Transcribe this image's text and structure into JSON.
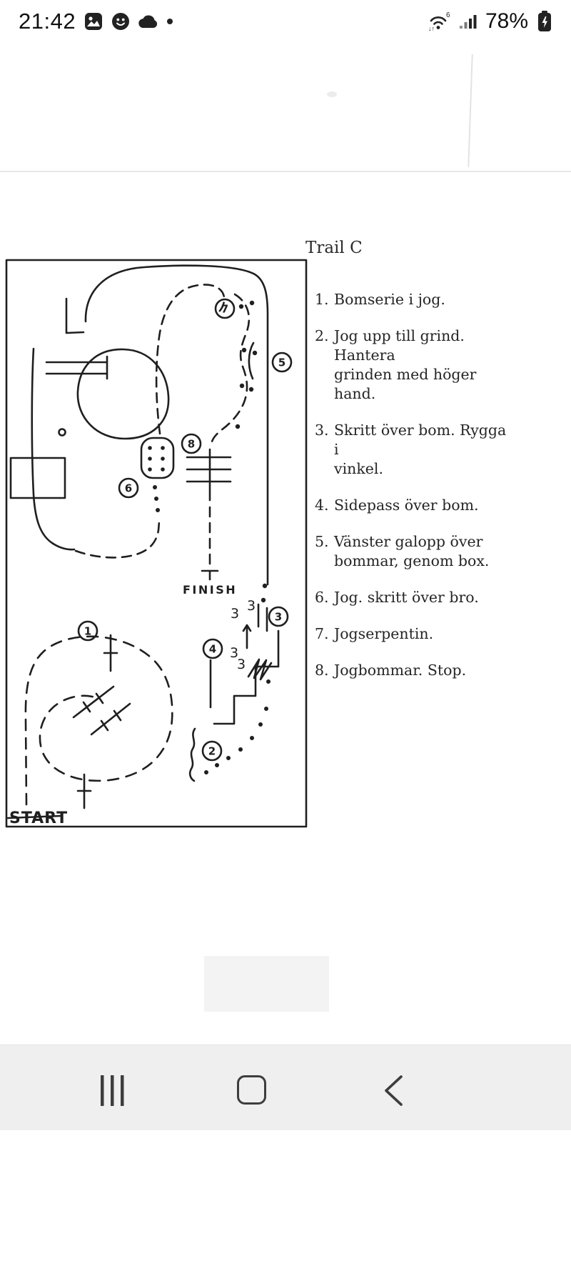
{
  "status_bar": {
    "time": "21:42",
    "battery_percent": "78%",
    "icons": [
      "gallery-icon",
      "face-icon",
      "cloud-icon",
      "notification-dot",
      "wifi-6-icon",
      "signal-bars-icon",
      "battery-charging-icon"
    ]
  },
  "document": {
    "title": "Trail C",
    "map": {
      "start_label": "START",
      "finish_label": "FINISH",
      "station_markers": [
        "1",
        "2",
        "3",
        "4",
        "5",
        "6",
        "7",
        "8"
      ],
      "zigzag_marks": "3"
    },
    "instructions": [
      {
        "number": "1.",
        "text": "Bomserie i jog."
      },
      {
        "number": "2.",
        "text": "Jog upp till grind. Hantera\ngrinden med höger hand."
      },
      {
        "number": "3.",
        "text": "Skritt över bom. Rygga i\nvinkel."
      },
      {
        "number": "4.",
        "text": "Sidepass över bom."
      },
      {
        "number": "5.",
        "text": "Vänster galopp över\nbommar, genom box."
      },
      {
        "number": "6.",
        "text": "Jog. skritt över bro."
      },
      {
        "number": "7.",
        "text": "Jogserpentin."
      },
      {
        "number": "8.",
        "text": "Jogbommar. Stop."
      }
    ]
  },
  "colors": {
    "ink": "#1f1f1f",
    "status_text": "#101010",
    "nav_icon": "#3d3d3d",
    "nav_bar_bg": "#efeff0"
  }
}
